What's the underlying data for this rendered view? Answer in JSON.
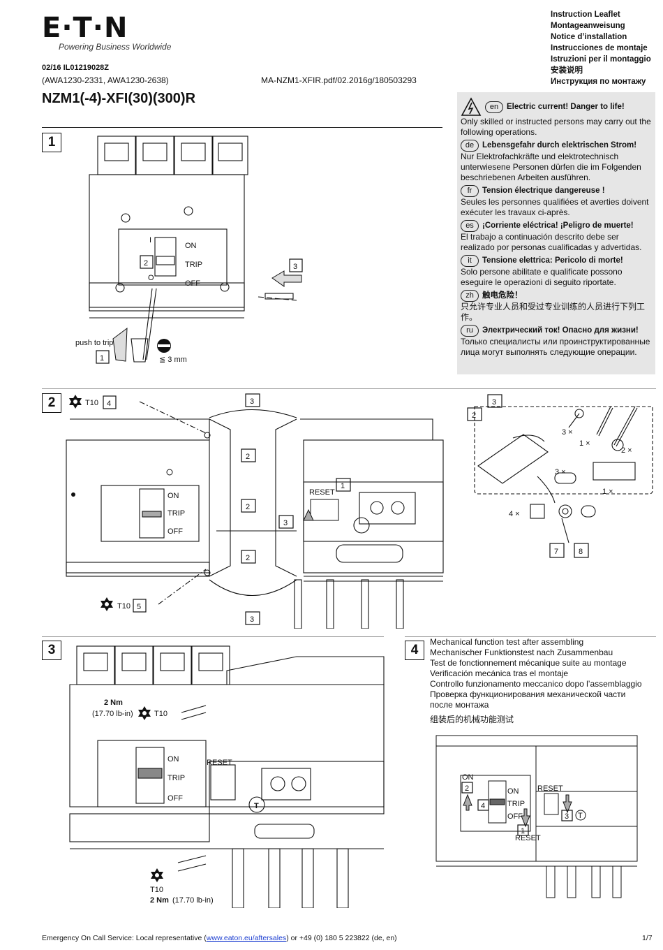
{
  "header": {
    "logo": "E·T·N",
    "tagline": "Powering Business Worldwide",
    "doc_id": "02/16 IL01219028Z",
    "awa": "(AWA1230-2331, AWA1230-2638)",
    "pdf_ref": "MA-NZM1-XFIR.pdf/02.2016g/180503293",
    "model": "NZM1(-4)-XFI(30)(300)R",
    "titles": [
      "Instruction Leaflet",
      "Montageanweisung",
      "Notice d’installation",
      "Instrucciones de montaje",
      "Istruzioni per il montaggio",
      "安装说明",
      "Инструкция по монтажу"
    ]
  },
  "warning": {
    "items": [
      {
        "lang": "en",
        "title": "Electric current! Danger to life!",
        "text": "Only skilled or instructed persons may carry out the following operations."
      },
      {
        "lang": "de",
        "title": "Lebensgefahr durch elektrischen Strom!",
        "text": "Nur Elektrofachkräfte und elektrotechnisch unterwiesene Personen dürfen die im Folgenden beschriebenen Arbeiten ausführen."
      },
      {
        "lang": "fr",
        "title": "Tension électrique dangereuse !",
        "text": "Seules les personnes qualifiées et averties doivent exécuter les travaux ci-après."
      },
      {
        "lang": "es",
        "title": "¡Corriente eléctrica! ¡Peligro de muerte!",
        "text": "El trabajo a continuación descrito debe ser realizado por personas cualificadas y advertidas."
      },
      {
        "lang": "it",
        "title": "Tensione elettrica: Pericolo di morte!",
        "text": "Solo persone abilitate e qualificate possono eseguire le operazioni di seguito riportate."
      },
      {
        "lang": "zh",
        "title": "触电危险！",
        "text": "只允许专业人员和受过专业训练的人员进行下列工作。"
      },
      {
        "lang": "ru",
        "title": "Электрический ток! Опасно для жизни!",
        "text": "Только специалисты или проинструктированные лица могут выполнять следующие операции."
      }
    ]
  },
  "steps": {
    "s1": {
      "num": "1",
      "on": "ON",
      "trip": "TRIP",
      "off": "OFF",
      "push": "push to trip",
      "mm": "≦ 3 mm",
      "c1": "1",
      "c2": "2",
      "c3": "3",
      "minus": "I",
      "zero": "O"
    },
    "s2": {
      "num": "2",
      "t10a": "T10",
      "t10b": "T10",
      "n4": "4",
      "n5": "5",
      "n1": "1",
      "n2": "2",
      "n3": "3",
      "n7": "7",
      "n8": "8",
      "on": "ON",
      "trip": "TRIP",
      "off": "OFF",
      "reset": "RESET",
      "x3a": "3 ×",
      "x1a": "1 ×",
      "x2": "2 ×",
      "x3b": "3 ×",
      "x1b": "1 ×",
      "x4": "4 ×"
    },
    "s3": {
      "num": "3",
      "nm1": "2 Nm",
      "lbin1": "(17.70 lb-in)",
      "t10": "T10",
      "on": "ON",
      "trip": "TRIP",
      "off": "OFF",
      "reset": "RESET",
      "t10b": "T10",
      "nm2": "2 Nm",
      "lbin2": "(17.70 lb-in)",
      "tlabel": "T"
    },
    "s4": {
      "num": "4",
      "lines": [
        "Mechanical function test after assembling",
        "Mechanischer Funktionstest nach Zusammenbau",
        "Test de fonctionnement mécanique suite au montage",
        "Verificación mecánica tras el montaje",
        "Controllo funzionamento meccanico dopo l’assemblaggio",
        "Проверка функционирования механической части",
        "после монтажа",
        "组装后的机械功能测试"
      ],
      "on": "ON",
      "trip": "TRIP",
      "off": "OFF",
      "reset": "RESET",
      "reset2": "RESET",
      "on_top": "ON",
      "c1": "1",
      "c2": "2",
      "c3": "3",
      "c4": "4",
      "tlabel": "T"
    }
  },
  "footer": {
    "prefix": "Emergency On Call Service: Local representative (",
    "link": "www.eaton.eu/aftersales",
    "suffix": ") or +49 (0) 180 5 223822 (de, en)",
    "page": "1/7"
  }
}
